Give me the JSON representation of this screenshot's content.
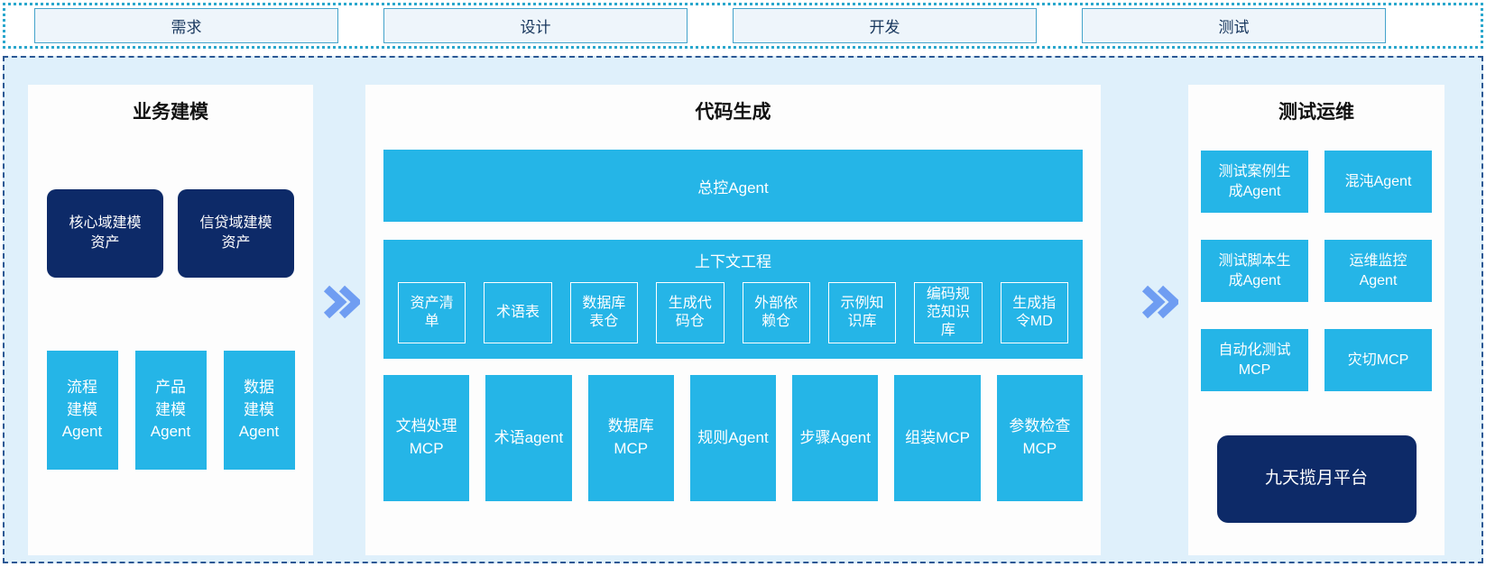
{
  "colors": {
    "cyan": "#25b5e7",
    "navy": "#0d2a68",
    "arrow_blue": "#6f9df2",
    "dashed_border": "#2b5894",
    "dotted_border": "#2aa7cd",
    "container_bg": "#dff0fb",
    "phase_box_bg": "#eef5fb",
    "phase_box_border": "#44a3cb"
  },
  "phases": {
    "items": [
      {
        "label": "需求"
      },
      {
        "label": "设计"
      },
      {
        "label": "开发"
      },
      {
        "label": "测试"
      }
    ]
  },
  "left_panel": {
    "title": "业务建模",
    "assets": [
      {
        "label": "核心域建模\n资产"
      },
      {
        "label": "信贷域建模\n资产"
      }
    ],
    "agents": [
      {
        "label": "流程\n建模\nAgent"
      },
      {
        "label": "产品\n建模\nAgent"
      },
      {
        "label": "数据\n建模\nAgent"
      }
    ]
  },
  "middle_panel": {
    "title": "代码生成",
    "master_agent": "总控Agent",
    "context": {
      "title": "上下文工程",
      "items": [
        {
          "label": "资产清\n单"
        },
        {
          "label": "术语表"
        },
        {
          "label": "数据库\n表仓"
        },
        {
          "label": "生成代\n码仓"
        },
        {
          "label": "外部依\n赖仓"
        },
        {
          "label": "示例知\n识库"
        },
        {
          "label": "编码规\n范知识\n库"
        },
        {
          "label": "生成指\n令MD"
        }
      ]
    },
    "mcp_row": [
      {
        "label": "文档处理\nMCP"
      },
      {
        "label": "术语agent"
      },
      {
        "label": "数据库\nMCP"
      },
      {
        "label": "规则Agent"
      },
      {
        "label": "步骤Agent"
      },
      {
        "label": "组装MCP"
      },
      {
        "label": "参数检查\nMCP"
      }
    ]
  },
  "right_panel": {
    "title": "测试运维",
    "grid": [
      {
        "label": "测试案例生\n成Agent"
      },
      {
        "label": "混沌Agent"
      },
      {
        "label": "测试脚本生\n成Agent"
      },
      {
        "label": "运维监控\nAgent"
      },
      {
        "label": "自动化测试\nMCP"
      },
      {
        "label": "灾切MCP"
      }
    ],
    "platform": "九天揽月平台"
  }
}
